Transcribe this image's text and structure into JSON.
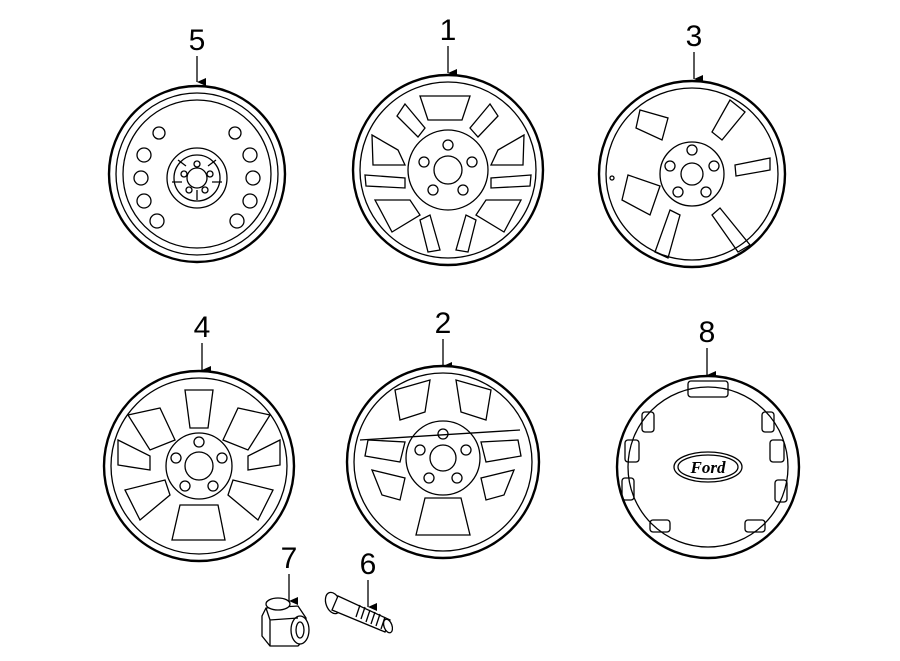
{
  "callouts": [
    {
      "id": "wheel-1",
      "label": "1"
    },
    {
      "id": "wheel-2",
      "label": "2"
    },
    {
      "id": "wheel-3",
      "label": "3"
    },
    {
      "id": "wheel-4",
      "label": "4"
    },
    {
      "id": "wheel-5",
      "label": "5"
    },
    {
      "id": "bolt-6",
      "label": "6"
    },
    {
      "id": "nut-7",
      "label": "7"
    },
    {
      "id": "cap-8",
      "label": "8"
    }
  ],
  "center_cap_logo": "Ford",
  "colors": {
    "line": "#000000",
    "background": "#ffffff"
  }
}
